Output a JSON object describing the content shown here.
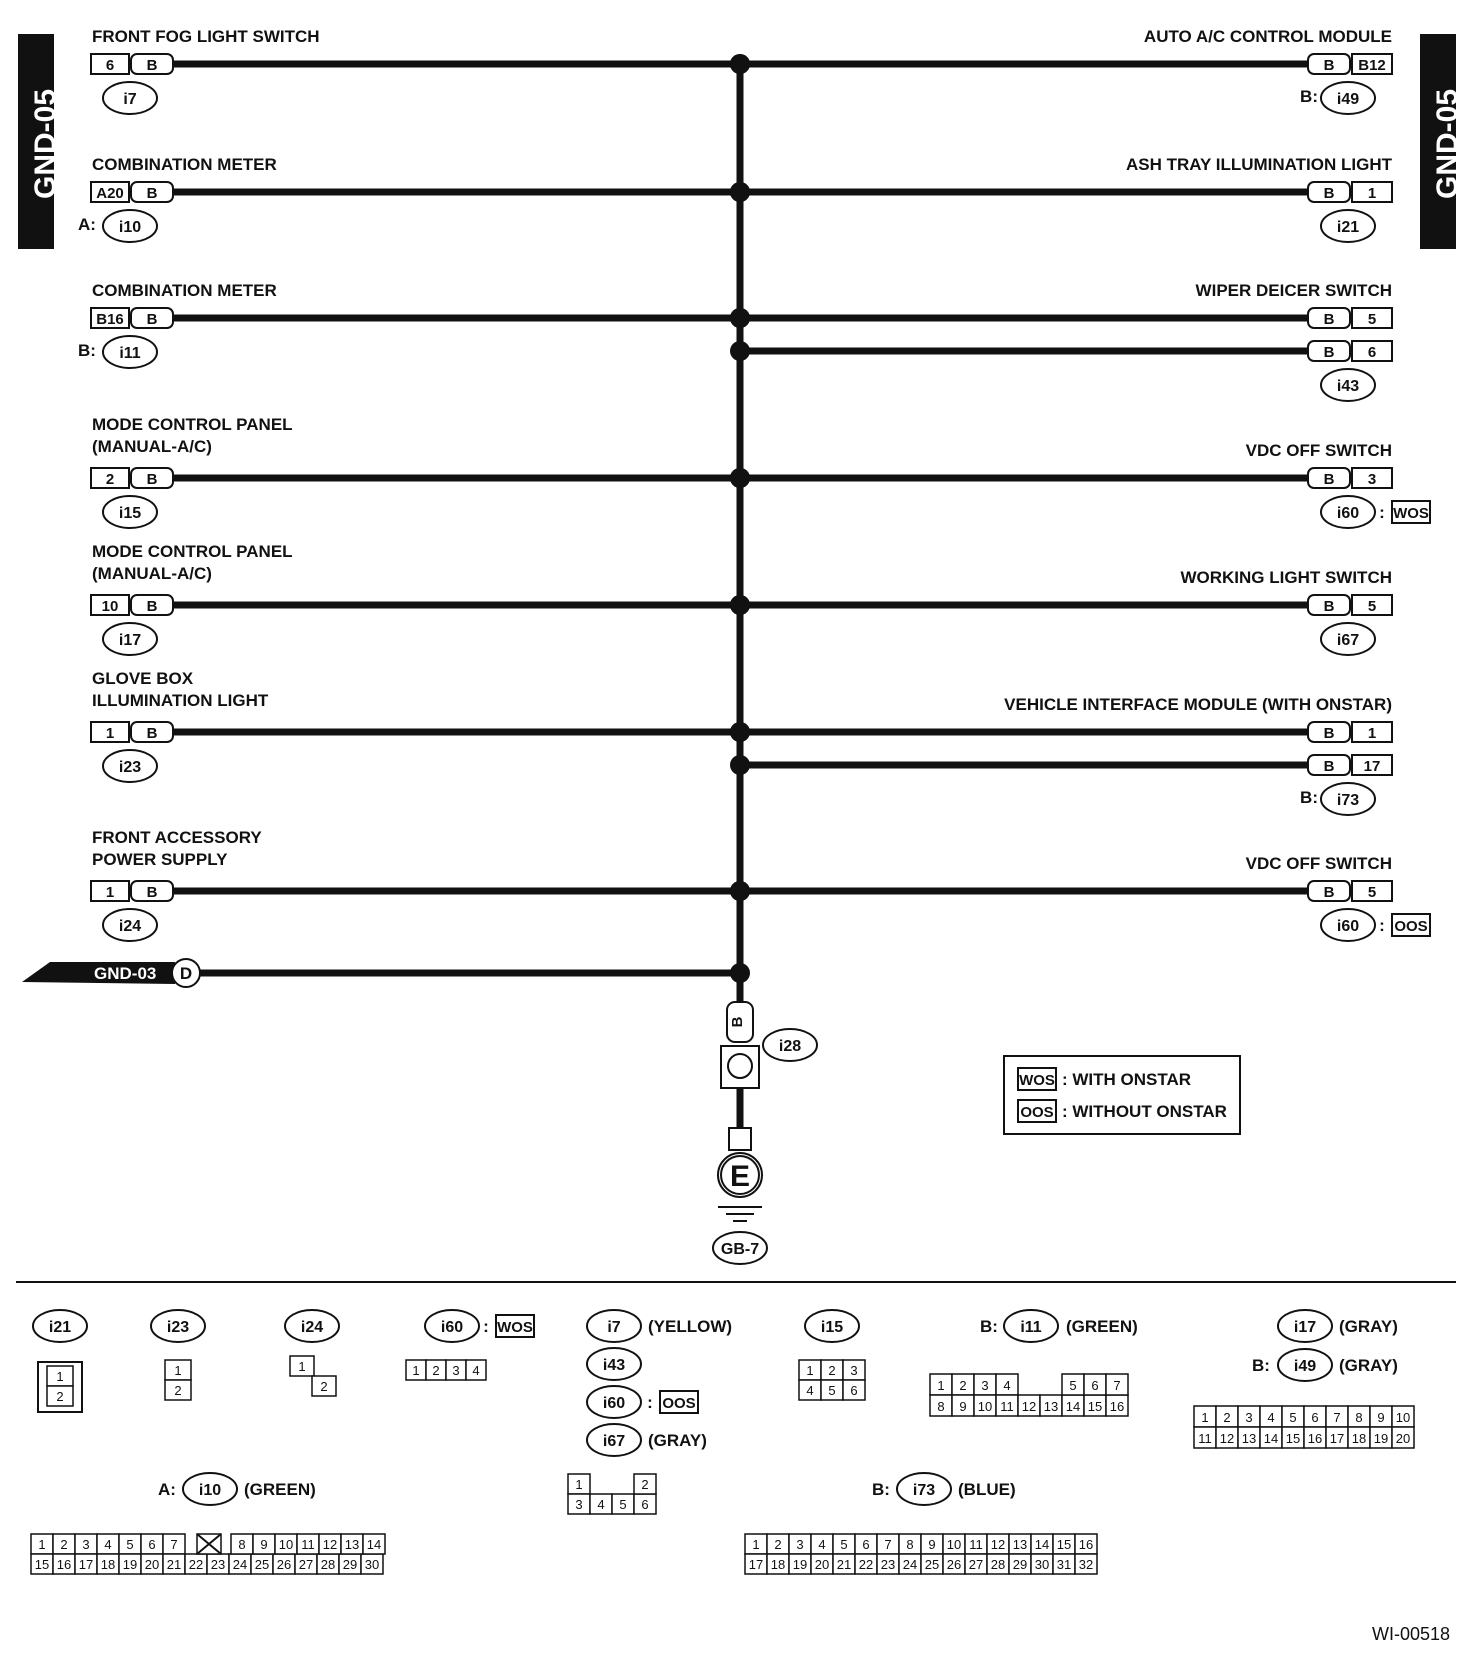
{
  "side_tab": "GND-05",
  "left": [
    {
      "name": "FRONT FOG LIGHT SWITCH",
      "name2": "",
      "pin": "6",
      "wire": "B",
      "prefix": "",
      "conn": "i7"
    },
    {
      "name": "COMBINATION METER",
      "name2": "",
      "pin": "A20",
      "wire": "B",
      "prefix": "A:",
      "conn": "i10"
    },
    {
      "name": "COMBINATION METER",
      "name2": "",
      "pin": "B16",
      "wire": "B",
      "prefix": "B:",
      "conn": "i11"
    },
    {
      "name": "MODE CONTROL PANEL",
      "name2": "(MANUAL-A/C)",
      "pin": "2",
      "wire": "B",
      "prefix": "",
      "conn": "i15"
    },
    {
      "name": "MODE CONTROL PANEL",
      "name2": "(MANUAL-A/C)",
      "pin": "10",
      "wire": "B",
      "prefix": "",
      "conn": "i17"
    },
    {
      "name": "GLOVE BOX",
      "name2": "ILLUMINATION LIGHT",
      "pin": "1",
      "wire": "B",
      "prefix": "",
      "conn": "i23"
    },
    {
      "name": "FRONT ACCESSORY",
      "name2": "POWER SUPPLY",
      "pin": "1",
      "wire": "B",
      "prefix": "",
      "conn": "i24"
    }
  ],
  "right": [
    {
      "name": "AUTO A/C CONTROL MODULE",
      "pins": [
        "B12"
      ],
      "wire": "B",
      "prefix": "B:",
      "conn": "i49",
      "tag": ""
    },
    {
      "name": "ASH TRAY ILLUMINATION LIGHT",
      "pins": [
        "1"
      ],
      "wire": "B",
      "prefix": "",
      "conn": "i21",
      "tag": ""
    },
    {
      "name": "WIPER DEICER SWITCH",
      "pins": [
        "5",
        "6"
      ],
      "wire": "B",
      "prefix": "",
      "conn": "i43",
      "tag": ""
    },
    {
      "name": "VDC OFF SWITCH",
      "pins": [
        "3"
      ],
      "wire": "B",
      "prefix": "",
      "conn": "i60",
      "tag": "WOS"
    },
    {
      "name": "WORKING LIGHT SWITCH",
      "pins": [
        "5"
      ],
      "wire": "B",
      "prefix": "",
      "conn": "i67",
      "tag": ""
    },
    {
      "name": "VEHICLE INTERFACE MODULE (WITH ONSTAR)",
      "pins": [
        "1",
        "17"
      ],
      "wire": "B",
      "prefix": "B:",
      "conn": "i73",
      "tag": ""
    },
    {
      "name": "VDC OFF SWITCH",
      "pins": [
        "5"
      ],
      "wire": "B",
      "prefix": "",
      "conn": "i60",
      "tag": "OOS"
    }
  ],
  "gnd_ref": {
    "label": "GND-03",
    "letter": "D"
  },
  "ground": {
    "wire": "B",
    "conn": "i28",
    "letter": "E",
    "point": "GB-7"
  },
  "legend": [
    {
      "code": "WOS",
      "text": ": WITH ONSTAR"
    },
    {
      "code": "OOS",
      "text": ": WITHOUT ONSTAR"
    }
  ],
  "connectors": {
    "i21": {
      "id": "i21",
      "cells": [
        "1",
        "2"
      ]
    },
    "i23": {
      "id": "i23",
      "cells": [
        "1",
        "2"
      ]
    },
    "i24": {
      "id": "i24",
      "cells": [
        "1",
        "2"
      ]
    },
    "i60w": {
      "id": "i60",
      "tag": "WOS",
      "cells": [
        "1",
        "2",
        "3",
        "4"
      ]
    },
    "group7": {
      "rows": [
        {
          "id": "i7",
          "note": "(YELLOW)",
          "tag": ""
        },
        {
          "id": "i43",
          "note": "",
          "tag": ""
        },
        {
          "id": "i60",
          "note": "",
          "tag": "OOS"
        },
        {
          "id": "i67",
          "note": "(GRAY)",
          "tag": ""
        }
      ],
      "top": [
        "1",
        "2"
      ],
      "bottom": [
        "3",
        "4",
        "5",
        "6"
      ]
    },
    "i15": {
      "id": "i15",
      "top": [
        "1",
        "2",
        "3"
      ],
      "bottom": [
        "4",
        "5",
        "6"
      ]
    },
    "i11": {
      "prefix": "B:",
      "id": "i11",
      "note": "(GREEN)",
      "top": [
        "1",
        "2",
        "3",
        "4",
        "5",
        "6",
        "7"
      ],
      "bottom": [
        "8",
        "9",
        "10",
        "11",
        "12",
        "13",
        "14",
        "15",
        "16"
      ]
    },
    "i17": {
      "id": "i17",
      "note": "(GRAY)",
      "prefix2": "B:",
      "id2": "i49",
      "note2": "(GRAY)",
      "top": [
        "1",
        "2",
        "3",
        "4",
        "5",
        "6",
        "7",
        "8",
        "9",
        "10"
      ],
      "bottom": [
        "11",
        "12",
        "13",
        "14",
        "15",
        "16",
        "17",
        "18",
        "19",
        "20"
      ]
    },
    "i10": {
      "prefix": "A:",
      "id": "i10",
      "note": "(GREEN)",
      "top": [
        "1",
        "2",
        "3",
        "4",
        "5",
        "6",
        "7",
        "8",
        "9",
        "10",
        "11",
        "12",
        "13",
        "14"
      ],
      "bottom": [
        "15",
        "16",
        "17",
        "18",
        "19",
        "20",
        "21",
        "22",
        "23",
        "24",
        "25",
        "26",
        "27",
        "28",
        "29",
        "30"
      ]
    },
    "i73": {
      "prefix": "B:",
      "id": "i73",
      "note": "(BLUE)",
      "top": [
        "1",
        "2",
        "3",
        "4",
        "5",
        "6",
        "7",
        "8",
        "9",
        "10",
        "11",
        "12",
        "13",
        "14",
        "15",
        "16"
      ],
      "bottom": [
        "17",
        "18",
        "19",
        "20",
        "21",
        "22",
        "23",
        "24",
        "25",
        "26",
        "27",
        "28",
        "29",
        "30",
        "31",
        "32"
      ]
    }
  },
  "figure_id": "WI-00518"
}
